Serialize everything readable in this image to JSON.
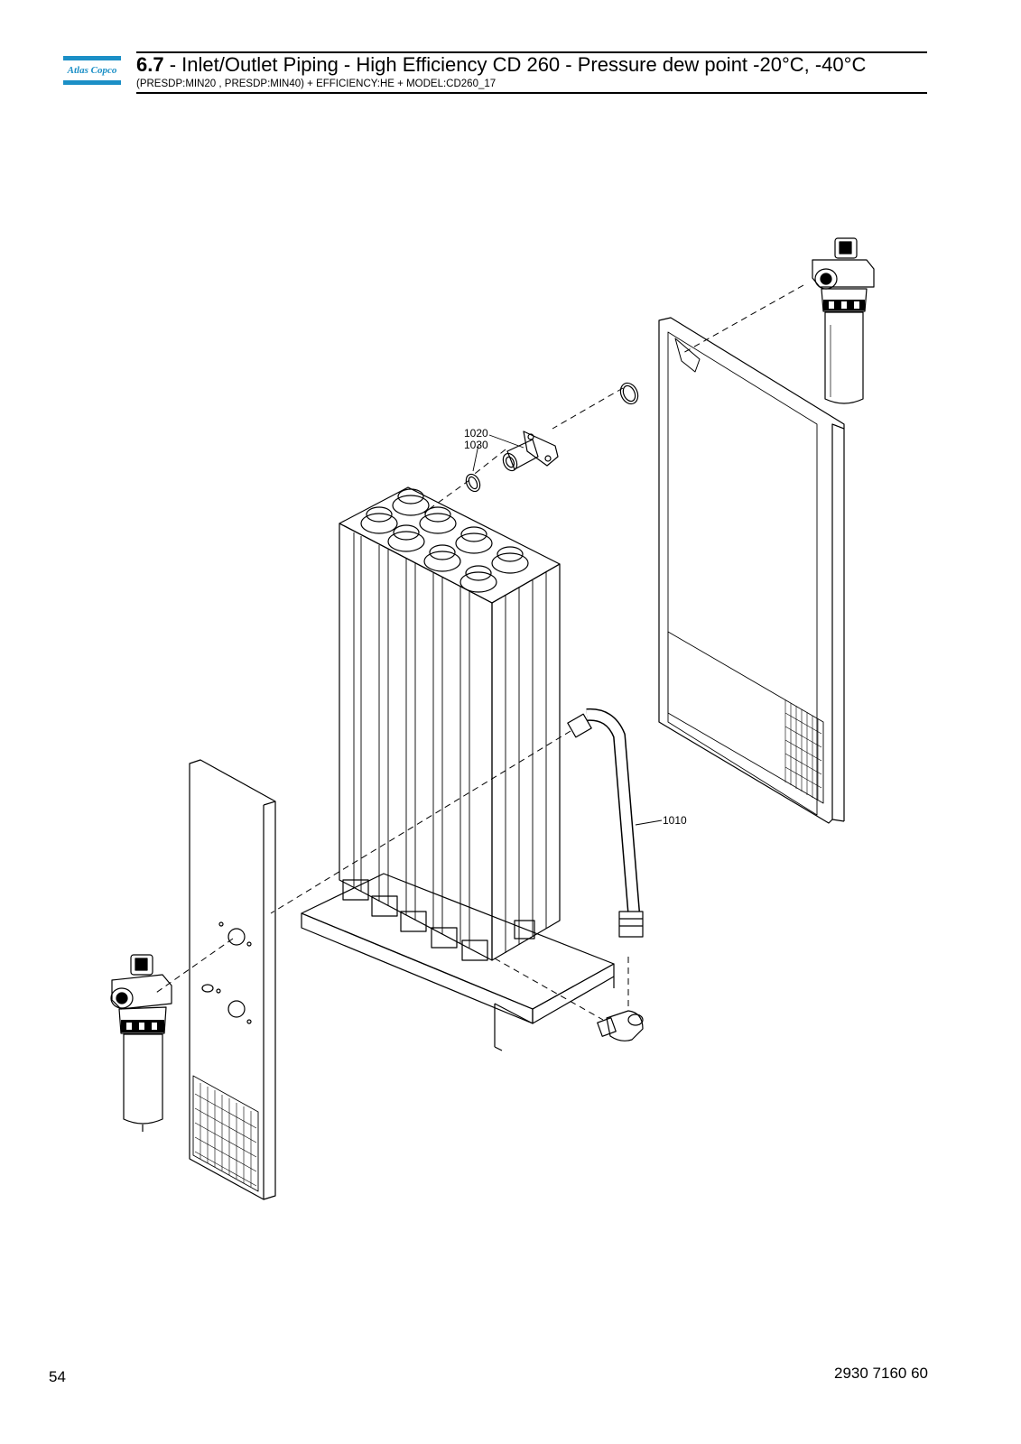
{
  "header": {
    "logo_text": "Atlas Copco",
    "section_number": "6.7",
    "title_text": " - Inlet/Outlet Piping - High Efficiency CD 260 - Pressure dew point -20°C, -40°C",
    "subtitle": "(PRESDP:MIN20 , PRESDP:MIN40) + EFFICIENCY:HE + MODEL:CD260_17"
  },
  "callouts": {
    "item_1020": "1020",
    "item_1030": "1030",
    "item_1010": "1010"
  },
  "footer": {
    "page_number": "54",
    "document_number": "2930 7160 60"
  },
  "colors": {
    "brand_blue": "#1b8fc6",
    "line": "#000000"
  }
}
